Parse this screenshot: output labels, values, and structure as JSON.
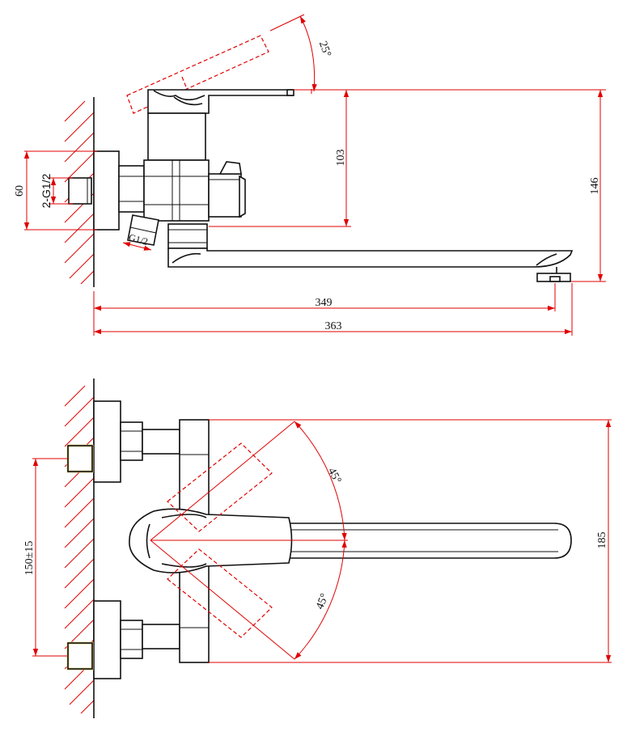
{
  "side_view": {
    "dims": {
      "angle_top": "25°",
      "height_103": "103",
      "height_146": "146",
      "height_60": "60",
      "thread_pair": "2-G1/2",
      "thread_outlet": "G1/2",
      "length_349": "349",
      "length_363": "363"
    }
  },
  "top_view": {
    "dims": {
      "angle_upper": "45°",
      "angle_lower": "45°",
      "spacing": "150±15",
      "width_185": "185"
    }
  },
  "colors": {
    "line": "#111111",
    "dimension": "#e00000",
    "highlight": "#e6d48a"
  }
}
